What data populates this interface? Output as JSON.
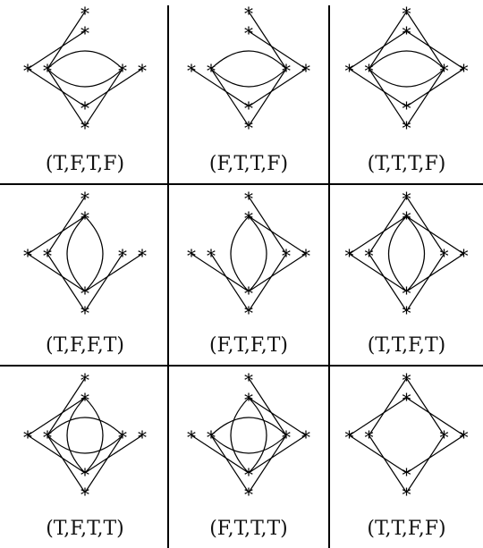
{
  "figure": {
    "star_glyph": "*",
    "ink_color": "#000000",
    "cells": [
      {
        "label": "(T,F,T,F)",
        "flags": [
          "T",
          "F",
          "T",
          "F"
        ]
      },
      {
        "label": "(F,T,T,F)",
        "flags": [
          "F",
          "T",
          "T",
          "F"
        ]
      },
      {
        "label": "(T,T,T,F)",
        "flags": [
          "T",
          "T",
          "T",
          "F"
        ]
      },
      {
        "label": "(T,F,F,T)",
        "flags": [
          "T",
          "F",
          "F",
          "T"
        ]
      },
      {
        "label": "(F,T,F,T)",
        "flags": [
          "F",
          "T",
          "F",
          "T"
        ]
      },
      {
        "label": "(T,T,F,T)",
        "flags": [
          "T",
          "T",
          "F",
          "T"
        ]
      },
      {
        "label": "(T,F,T,T)",
        "flags": [
          "T",
          "F",
          "T",
          "T"
        ]
      },
      {
        "label": "(F,T,T,T)",
        "flags": [
          "F",
          "T",
          "T",
          "T"
        ]
      },
      {
        "label": "(T,T,F,F)",
        "flags": [
          "T",
          "T",
          "F",
          "F"
        ]
      }
    ]
  }
}
